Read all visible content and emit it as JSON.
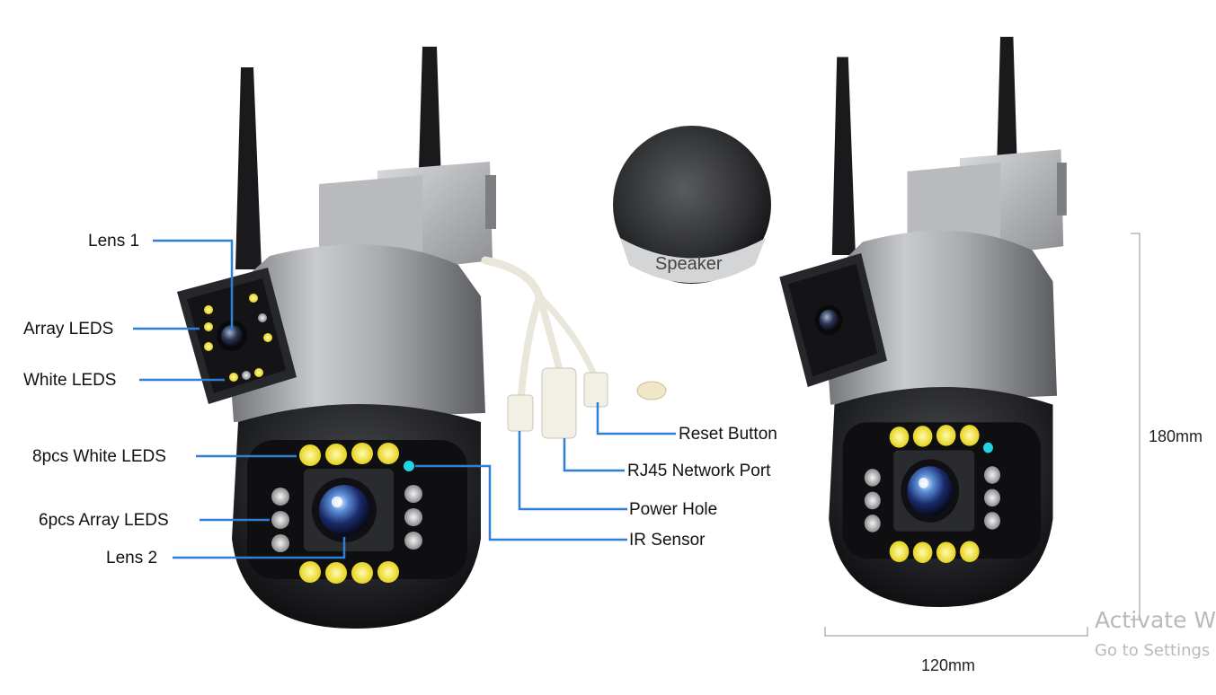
{
  "labels": {
    "lens1": "Lens 1",
    "array_leds": "Array LEDS",
    "white_leds": "White LEDS",
    "white_leds_8": "8pcs White LEDS",
    "array_leds_6": "6pcs Array LEDS",
    "lens2": "Lens 2",
    "reset_button": "Reset Button",
    "rj45": "RJ45 Network Port",
    "power_hole": "Power Hole",
    "ir_sensor": "IR Sensor",
    "speaker": "Speaker"
  },
  "dimensions": {
    "height": "180mm",
    "width": "120mm"
  },
  "watermark": {
    "line1": "Activate W",
    "line2": "Go to Settings"
  },
  "colors": {
    "callout_line": "#2f7fd6",
    "ir_sensor": "#21d4e6",
    "led_yellow": "#f4e84a"
  }
}
